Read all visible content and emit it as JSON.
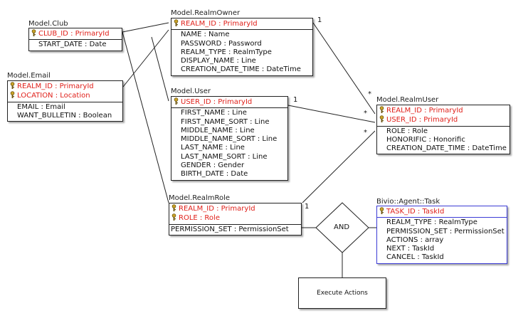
{
  "entities": {
    "club": {
      "title": "Model.Club",
      "pk": [
        "CLUB_ID : PrimaryId"
      ],
      "attrs": [
        "START_DATE : Date"
      ]
    },
    "email": {
      "title": "Model.Email",
      "pk": [
        "REALM_ID : PrimaryId",
        "LOCATION : Location"
      ],
      "attrs": [
        "EMAIL : Email",
        "WANT_BULLETIN : Boolean"
      ]
    },
    "realm_owner": {
      "title": "Model.RealmOwner",
      "pk": [
        "REALM_ID : PrimaryId"
      ],
      "attrs": [
        "NAME : Name",
        "PASSWORD : Password",
        "REALM_TYPE : RealmType",
        "DISPLAY_NAME : Line",
        "CREATION_DATE_TIME : DateTime"
      ]
    },
    "user": {
      "title": "Model.User",
      "pk": [
        "USER_ID : PrimaryId"
      ],
      "attrs": [
        "FIRST_NAME : Line",
        "FIRST_NAME_SORT : Line",
        "MIDDLE_NAME : Line",
        "MIDDLE_NAME_SORT : Line",
        "LAST_NAME : Line",
        "LAST_NAME_SORT : Line",
        "GENDER : Gender",
        "BIRTH_DATE : Date"
      ]
    },
    "realm_user": {
      "title": "Model.RealmUser",
      "pk": [
        "REALM_ID : PrimaryId",
        "USER_ID : PrimaryId"
      ],
      "attrs": [
        "ROLE : Role",
        "HONORIFIC : Honorific",
        "CREATION_DATE_TIME : DateTime"
      ]
    },
    "realm_role": {
      "title": "Model.RealmRole",
      "pk": [
        "REALM_ID : PrimaryId",
        "ROLE : Role"
      ],
      "attrs": [
        "PERMISSION_SET : PermissionSet"
      ]
    },
    "task": {
      "title": "Bivio::Agent::Task",
      "pk": [
        "TASK_ID : TaskId"
      ],
      "attrs": [
        "REALM_TYPE : RealmType",
        "PERMISSION_SET : PermissionSet",
        "ACTIONS : array",
        "NEXT : TaskId",
        "CANCEL : TaskId"
      ]
    }
  },
  "and_label": "AND",
  "execute_label": "Execute Actions",
  "multiplicity": {
    "one": "1",
    "many": "*"
  },
  "colors": {
    "primary_key": "#e0201a",
    "task_border": "#3b3bd6",
    "key_icon": "#c9a227"
  }
}
